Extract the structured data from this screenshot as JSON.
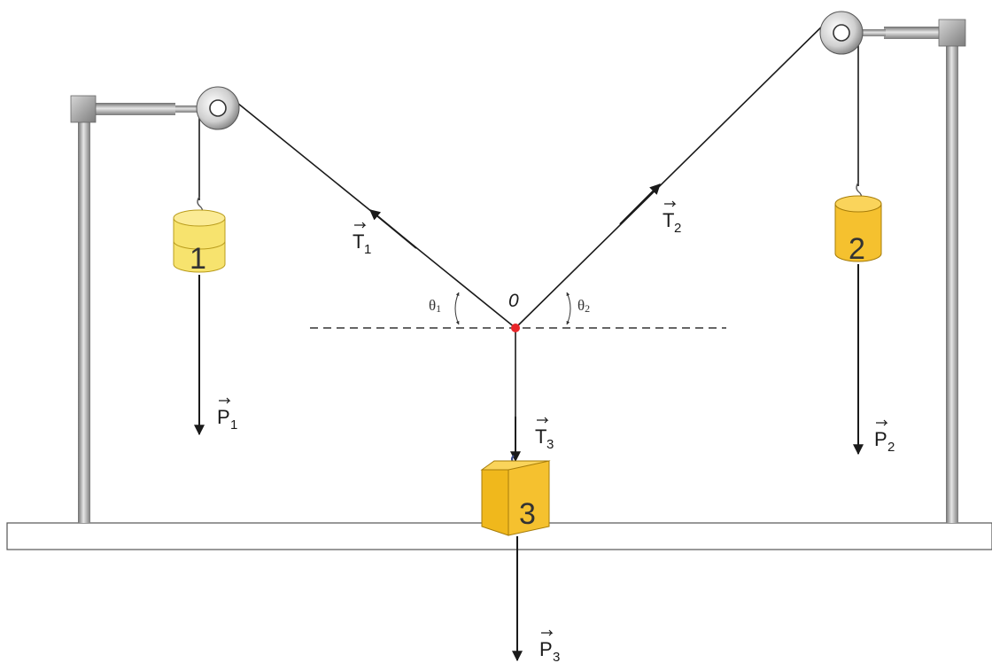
{
  "labels": {
    "point": "0",
    "theta1": {
      "main": "θ",
      "sub": "1"
    },
    "theta2": {
      "main": "θ",
      "sub": "2"
    },
    "T1": {
      "main": "T",
      "sub": "1"
    },
    "T2": {
      "main": "T",
      "sub": "2"
    },
    "T3": {
      "main": "T",
      "sub": "3"
    },
    "P1": {
      "main": "P",
      "sub": "1"
    },
    "P2": {
      "main": "P",
      "sub": "2"
    },
    "P3": {
      "main": "P",
      "sub": "3"
    }
  },
  "masses": {
    "m1": "1",
    "m2": "2",
    "m3": "3"
  },
  "colors": {
    "mass1": "#f7e36e",
    "mass2": "#f5c12f",
    "mass3": "#f5c12f",
    "rod": "#9e9e9e",
    "string": "#1a1a1a",
    "node": "#e8262a"
  }
}
